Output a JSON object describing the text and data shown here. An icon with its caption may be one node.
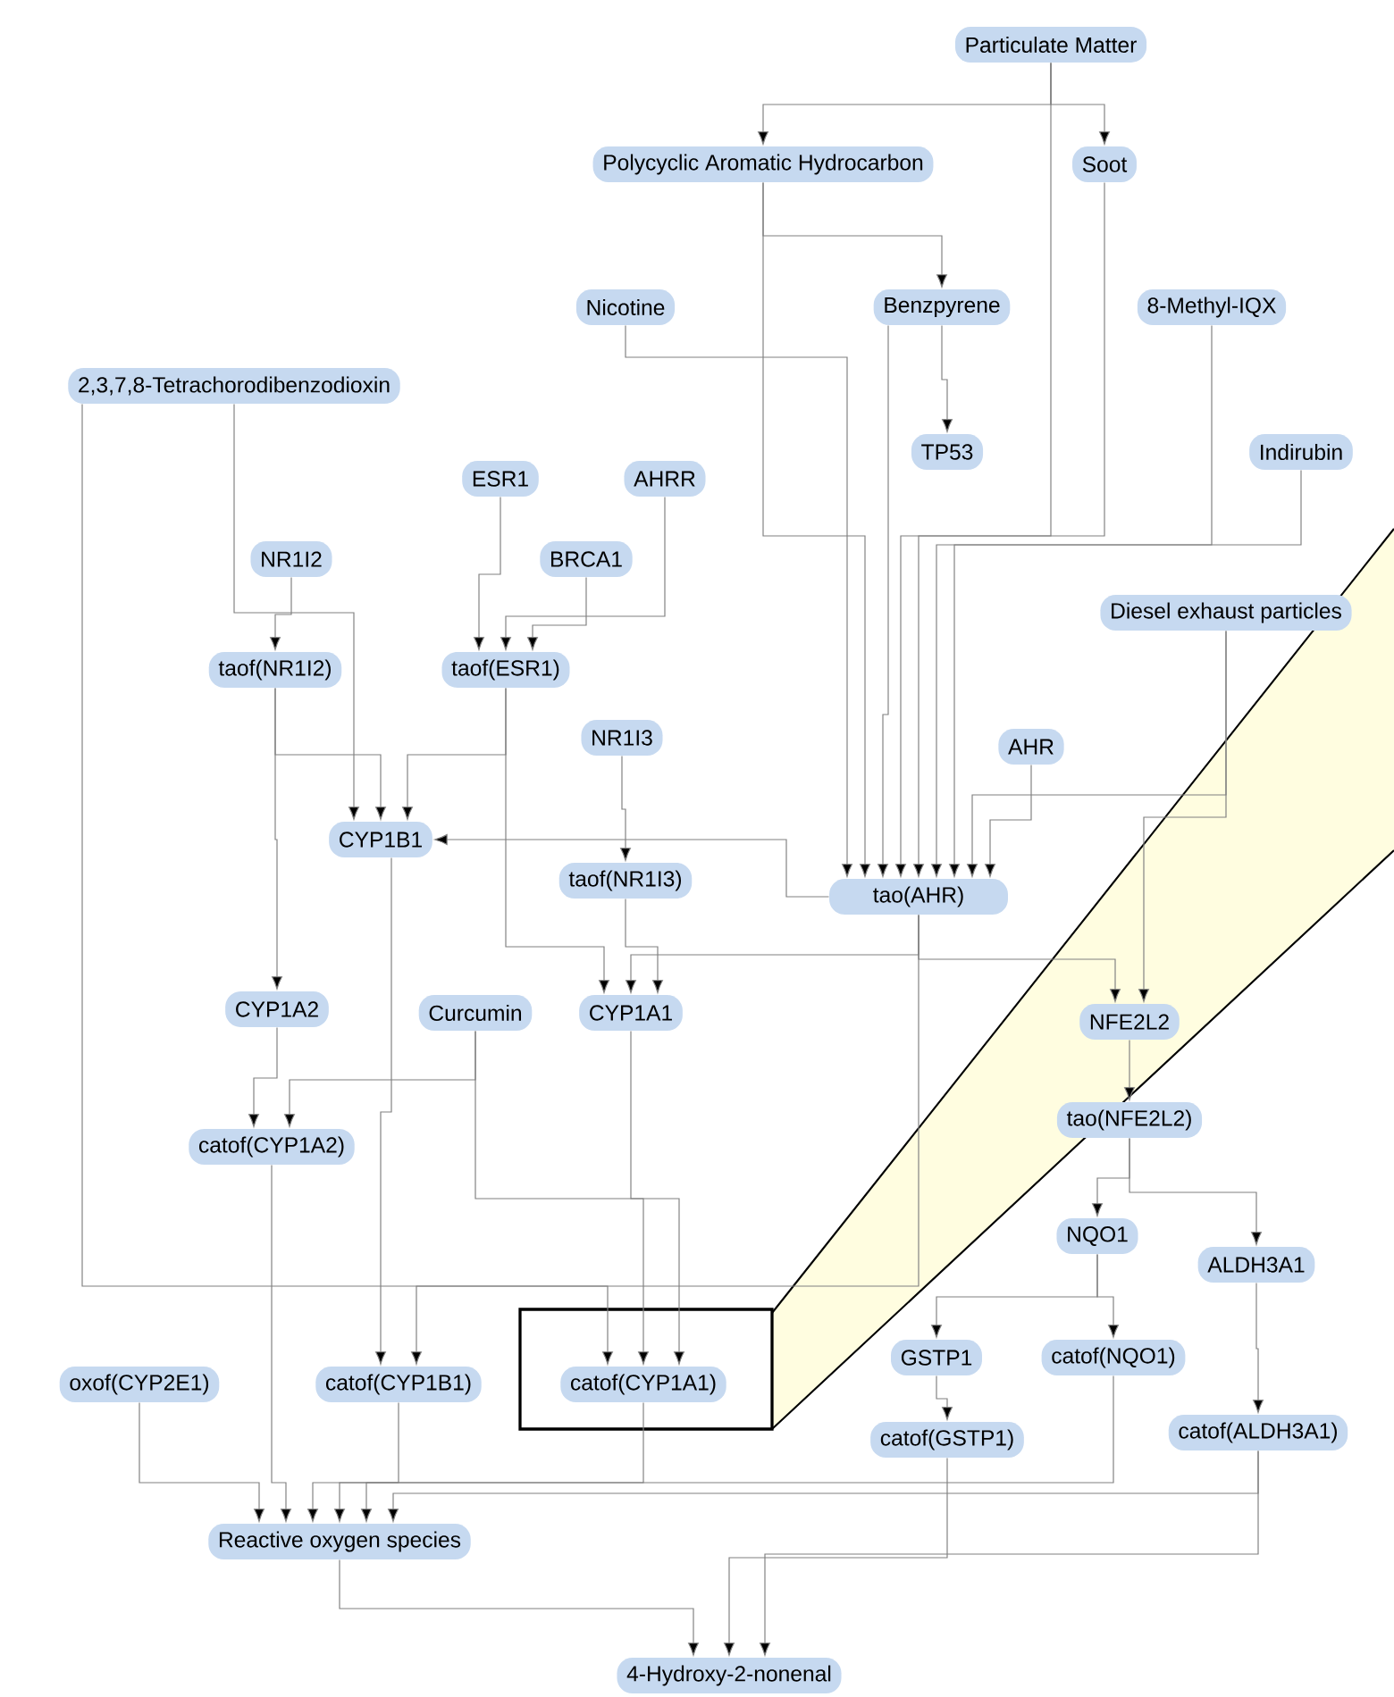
{
  "diagram": {
    "nodes": [
      {
        "text": [
          "Particulate Matter"
        ]
      },
      {
        "text": [
          "Polycyclic Aromatic Hydrocarbon"
        ]
      },
      {
        "text": [
          "Soot"
        ]
      },
      {
        "text": [
          "Nicotine"
        ]
      },
      {
        "text": [
          "Benzpyrene"
        ]
      },
      {
        "text": [
          "8-Methyl-IQX"
        ]
      },
      {
        "text": [
          "2,3,7,8-Tetrachorodibenzodioxin"
        ]
      },
      {
        "text": [
          "ESR1"
        ]
      },
      {
        "text": [
          "AHRR"
        ]
      },
      {
        "text": [
          "TP53"
        ]
      },
      {
        "text": [
          "Indirubin"
        ]
      },
      {
        "text": [
          "NR1I2"
        ]
      },
      {
        "text": [
          "BRCA1"
        ]
      },
      {
        "text": [
          "Diesel exhaust particles"
        ]
      },
      {
        "text": [
          "taof(NR1I2)"
        ]
      },
      {
        "text": [
          "taof(ESR1)"
        ]
      },
      {
        "text": [
          "NR1I3"
        ]
      },
      {
        "text": [
          "AHR"
        ]
      },
      {
        "text": [
          "CYP1B1"
        ]
      },
      {
        "text": [
          "taof(NR1I3)"
        ]
      },
      {
        "text": [
          "tao(AHR)"
        ]
      },
      {
        "text": [
          "NFE2L2"
        ]
      },
      {
        "text": [
          "CYP1A2"
        ]
      },
      {
        "text": [
          "Curcumin"
        ]
      },
      {
        "text": [
          "CYP1A1"
        ]
      },
      {
        "text": [
          "catof(CYP1A2)"
        ]
      },
      {
        "text": [
          "tao(NFE2L2)"
        ]
      },
      {
        "text": [
          "NQO1"
        ]
      },
      {
        "text": [
          "ALDH3A1"
        ]
      },
      {
        "text": [
          "oxof(CYP2E1)"
        ]
      },
      {
        "text": [
          "catof(CYP1B1)"
        ]
      },
      {
        "text": [
          "catof(CYP1A1)"
        ]
      },
      {
        "text": [
          "GSTP1"
        ]
      },
      {
        "text": [
          "catof(NQO1)"
        ]
      },
      {
        "text": [
          "catof(GSTP1)"
        ]
      },
      {
        "text": [
          "catof(ALDH3A1)"
        ]
      },
      {
        "text": [
          "Reactive oxygen species"
        ]
      },
      {
        "text": [
          "4-Hydroxy-2-nonenal"
        ]
      }
    ],
    "edges": [
      {
        "from": 0,
        "to": 1,
        "arrow": "to"
      },
      {
        "from": 0,
        "to": 2,
        "arrow": "to"
      },
      {
        "from": 0,
        "to": 20,
        "arrow": "to"
      },
      {
        "from": 1,
        "to": 4,
        "arrow": "to"
      },
      {
        "from": 1,
        "to": 20,
        "arrow": "to"
      },
      {
        "from": 4,
        "to": 9,
        "arrow": "to"
      },
      {
        "from": 4,
        "to": 20,
        "arrow": "to"
      },
      {
        "from": 2,
        "to": 20,
        "arrow": "to"
      },
      {
        "from": 5,
        "to": 20,
        "arrow": "to"
      },
      {
        "from": 10,
        "to": 20,
        "arrow": "to"
      },
      {
        "from": 3,
        "to": 20,
        "arrow": "to"
      },
      {
        "from": 6,
        "to": 18,
        "arrow": "to"
      },
      {
        "from": 6,
        "to": 31,
        "arrow": "to"
      },
      {
        "from": 7,
        "to": 15,
        "arrow": "to"
      },
      {
        "from": 8,
        "to": 15,
        "arrow": "to"
      },
      {
        "from": 12,
        "to": 15,
        "arrow": "to"
      },
      {
        "from": 11,
        "to": 14,
        "arrow": "to"
      },
      {
        "from": 14,
        "to": 18,
        "arrow": "to"
      },
      {
        "from": 14,
        "to": 22,
        "arrow": "to"
      },
      {
        "from": 15,
        "to": 18,
        "arrow": "to"
      },
      {
        "from": 15,
        "to": 24,
        "arrow": "to"
      },
      {
        "from": 20,
        "to": 18,
        "arrow": "to"
      },
      {
        "from": 16,
        "to": 19,
        "arrow": "to"
      },
      {
        "from": 19,
        "to": 24,
        "arrow": "to"
      },
      {
        "from": 20,
        "to": 24,
        "arrow": "to"
      },
      {
        "from": 17,
        "to": 20,
        "arrow": "to"
      },
      {
        "from": 13,
        "to": 20,
        "arrow": "to"
      },
      {
        "from": 13,
        "to": 21,
        "arrow": "to"
      },
      {
        "from": 20,
        "to": 21,
        "arrow": "to"
      },
      {
        "from": 21,
        "to": 26,
        "arrow": "to"
      },
      {
        "from": 26,
        "to": 27,
        "arrow": "to"
      },
      {
        "from": 26,
        "to": 28,
        "arrow": "to"
      },
      {
        "from": 27,
        "to": 32,
        "arrow": "to"
      },
      {
        "from": 27,
        "to": 33,
        "arrow": "to"
      },
      {
        "from": 32,
        "to": 34,
        "arrow": "to"
      },
      {
        "from": 28,
        "to": 35,
        "arrow": "to"
      },
      {
        "from": 22,
        "to": 25,
        "arrow": "to"
      },
      {
        "from": 23,
        "to": 25,
        "arrow": "to"
      },
      {
        "from": 23,
        "to": 31,
        "arrow": "to"
      },
      {
        "from": 18,
        "to": 30,
        "arrow": "to"
      },
      {
        "from": 24,
        "to": 31,
        "arrow": "to"
      },
      {
        "from": 20,
        "to": 30,
        "arrow": "to"
      },
      {
        "from": 25,
        "to": 36,
        "arrow": "to"
      },
      {
        "from": 30,
        "to": 36,
        "arrow": "to"
      },
      {
        "from": 29,
        "to": 36,
        "arrow": "to"
      },
      {
        "from": 31,
        "to": 36,
        "arrow": "to"
      },
      {
        "from": 33,
        "to": 36,
        "arrow": "to"
      },
      {
        "from": 35,
        "to": 36,
        "arrow": "to"
      },
      {
        "from": 36,
        "to": 37,
        "arrow": "to"
      },
      {
        "from": 34,
        "to": 37,
        "arrow": "to"
      },
      {
        "from": 35,
        "to": 37,
        "arrow": "to"
      }
    ]
  }
}
